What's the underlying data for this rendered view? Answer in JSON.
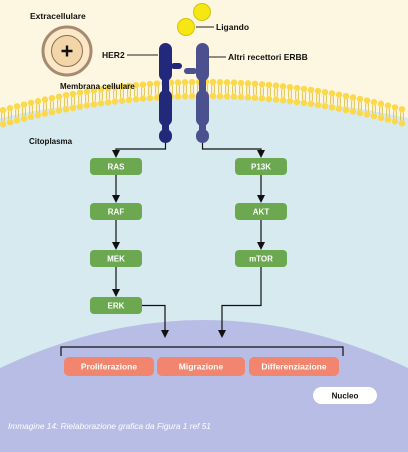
{
  "compartments": {
    "extracellular": "Extracellulare",
    "membrane": "Membrana cellulare",
    "cytoplasm": "Citoplasma",
    "nucleus": "Nucleo"
  },
  "receptors": {
    "her2": "HER2",
    "erbb": "Altri recettori ERBB",
    "ligand": "Ligando"
  },
  "pathway_left": [
    "RAS",
    "RAF",
    "MEK",
    "ERK"
  ],
  "pathway_right": [
    "P13K",
    "AKT",
    "mTOR"
  ],
  "outcomes": [
    "Proliferazione",
    "Migrazione",
    "Differenziazione"
  ],
  "caption": "Immagine 14: Rielaborazione grafica da Figura 1 ref 51",
  "colors": {
    "extracellular": "#fdf6e0",
    "cytoplasm": "#d7eaf0",
    "nucleus": "#b8bde6",
    "membrane_head": "#fcd94a",
    "her2": "#23297a",
    "erbb": "#4b518f",
    "ligand": "#f5e614",
    "pathway_box": "#6ba850",
    "outcome_box": "#f2856e"
  }
}
